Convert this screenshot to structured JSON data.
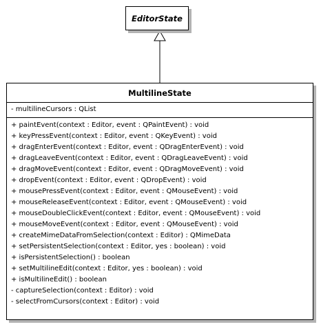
{
  "parent_class": {
    "name": "EditorState"
  },
  "child_class": {
    "name": "MultilineState",
    "attributes": [
      "- multilineCursors : QList"
    ],
    "operations": [
      "+ paintEvent(context : Editor, event : QPaintEvent) : void",
      "+ keyPressEvent(context : Editor, event : QKeyEvent) : void",
      "+ dragEnterEvent(context : Editor, event : QDragEnterEvent) : void",
      "+ dragLeaveEvent(context : Editor, event : QDragLeaveEvent) : void",
      "+ dragMoveEvent(context : Editor, event : QDragMoveEvent) : void",
      "+ dropEvent(context : Editor, event : QDropEvent) : void",
      "+ mousePressEvent(context : Editor, event : QMouseEvent) : void",
      "+ mouseReleaseEvent(context : Editor, event : QMouseEvent) : void",
      "+ mouseDoubleClickEvent(context : Editor, event : QMouseEvent) : void",
      "+ mouseMoveEvent(context : Editor, event : QMouseEvent) : void",
      "+ createMimeDataFromSelection(context : Editor) : QMimeData",
      "+ setPersistentSelection(context : Editor, yes : boolean) : void",
      "+ isPersistentSelection() : boolean",
      "+ setMultilineEdit(context : Editor, yes : boolean) : void",
      "+ isMultilineEdit() : boolean",
      "- captureSelection(context : Editor) : void",
      "- selectFromCursors(context : Editor) : void"
    ]
  },
  "relationship": {
    "type": "generalization"
  }
}
